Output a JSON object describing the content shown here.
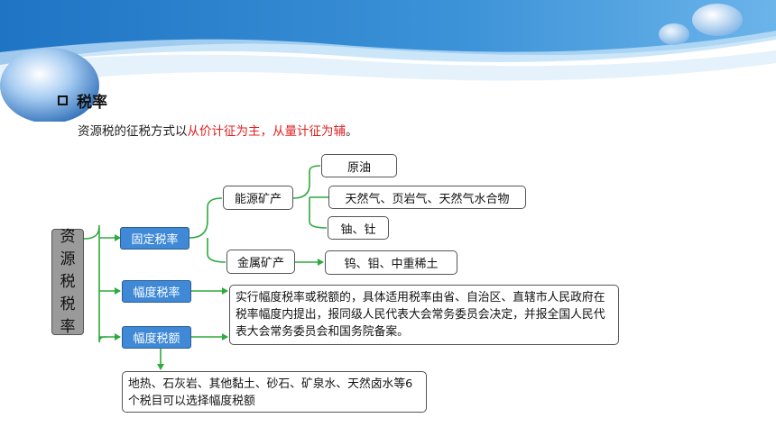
{
  "section": {
    "title": "税率"
  },
  "intro": {
    "prefix": "资源税的征税方式以",
    "highlight": "从价计征为主，从量计征为辅",
    "suffix": "。"
  },
  "diagram": {
    "root": [
      "资",
      "源",
      "税",
      "税",
      "率"
    ],
    "fixed_rate": "固定税率",
    "range_rate": "幅度税率",
    "range_amount": "幅度税额",
    "energy_mineral": "能源矿产",
    "metal_mineral": "金属矿产",
    "energy_items": [
      "原油",
      "天然气、页岩气、天然气水合物",
      "铀、钍"
    ],
    "metal_items": "钨、钼、中重稀土",
    "range_note": "实行幅度税率或税额的，具体适用税率由省、自治区、直辖市人民政府在税率幅度内提出，报同级人民代表大会常务委员会决定，并报全国人民代表大会常务委员会和国务院备案。",
    "amount_note": "地热、石灰岩、其他黏土、砂石、矿泉水、天然卤水等6个税目可以选择幅度税额"
  },
  "colors": {
    "accent_green": "#2eaa3e",
    "box_blue": "#3f89d6",
    "highlight_red": "#e02020",
    "banner_blue": "#2f86cf"
  }
}
